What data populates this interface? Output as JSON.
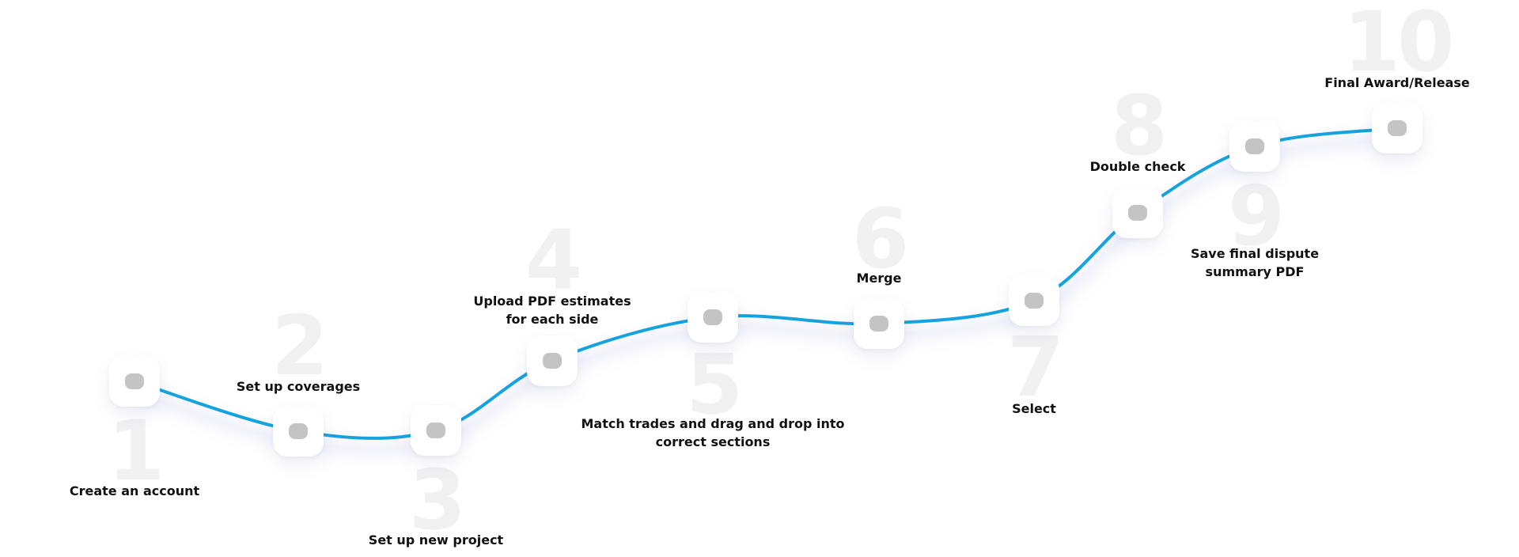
{
  "accent_color": "#14a3de",
  "steps": [
    {
      "number": "1",
      "label": [
        "Create an account"
      ]
    },
    {
      "number": "2",
      "label": [
        "Set up coverages"
      ]
    },
    {
      "number": "3",
      "label": [
        "Set up new project"
      ]
    },
    {
      "number": "4",
      "label": [
        "Upload PDF estimates",
        "for each side"
      ]
    },
    {
      "number": "5",
      "label": [
        "Match trades and drag and drop into",
        "correct sections"
      ]
    },
    {
      "number": "6",
      "label": [
        "Merge"
      ]
    },
    {
      "number": "7",
      "label": [
        "Select"
      ]
    },
    {
      "number": "8",
      "label": [
        "Double check"
      ]
    },
    {
      "number": "9",
      "label": [
        "Save final dispute",
        "summary PDF"
      ]
    },
    {
      "number": "10",
      "label": [
        "Final Award/Release"
      ]
    }
  ]
}
